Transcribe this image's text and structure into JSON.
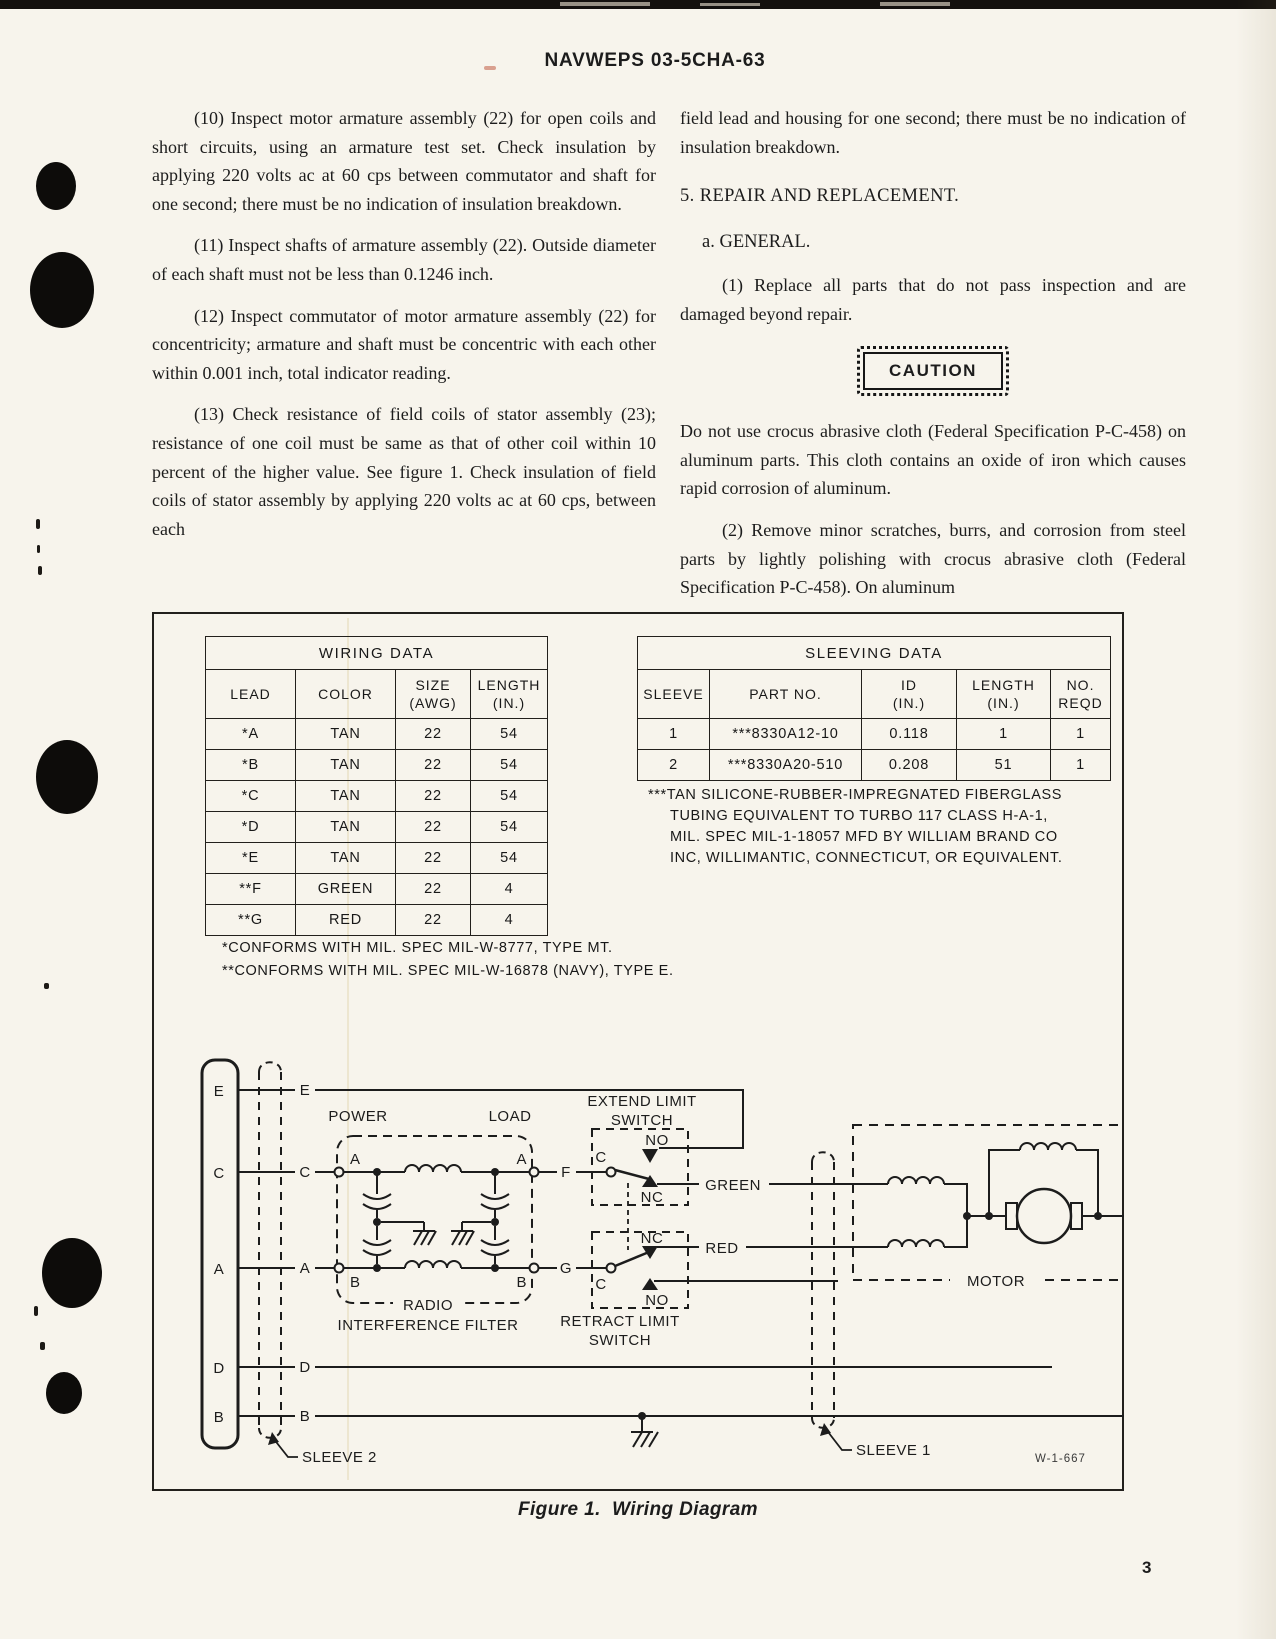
{
  "page": {
    "header": "NAVWEPS 03-5CHA-63",
    "page_number": "3",
    "figure_caption": "Figure 1.  Wiring Diagram"
  },
  "left_column": {
    "p10": "(10) Inspect motor armature assembly (22) for open coils and short circuits, using an armature test set. Check insulation by applying 220 volts ac at 60 cps between commutator and shaft for one second; there must be no indication of insulation breakdown.",
    "p11": "(11) Inspect shafts of armature assembly (22). Outside diameter of each shaft must not be less than 0.1246 inch.",
    "p12": "(12) Inspect commutator of motor armature assembly (22) for concentricity; armature and shaft must be concentric with each other within 0.001 inch, total indicator reading.",
    "p13": "(13) Check resistance of field coils of stator assembly (23); resistance of one coil must be same as that of other coil within 10 percent of the higher value. See figure 1. Check insulation of field coils of stator assembly by applying 220 volts ac at 60 cps, between each"
  },
  "right_column": {
    "continuation": "field lead and housing for one second; there must be no indication of insulation breakdown.",
    "section_heading": "5. REPAIR AND REPLACEMENT.",
    "subsection_heading": "a. GENERAL.",
    "p1": "(1) Replace all parts that do not pass inspection and are damaged beyond repair.",
    "caution_label": "CAUTION",
    "caution_text": "Do not use crocus abrasive cloth (Federal Specification P-C-458) on aluminum parts. This cloth contains an oxide of iron which causes rapid corrosion of aluminum.",
    "p2": "(2) Remove minor scratches, burrs, and corrosion from steel parts by lightly polishing with crocus abrasive cloth (Federal Specification P-C-458). On aluminum"
  },
  "wiring_table": {
    "title": "WIRING DATA",
    "headers": [
      "LEAD",
      "COLOR",
      "SIZE\n(AWG)",
      "LENGTH\n(IN.)"
    ],
    "rows": [
      [
        "*A",
        "TAN",
        "22",
        "54"
      ],
      [
        "*B",
        "TAN",
        "22",
        "54"
      ],
      [
        "*C",
        "TAN",
        "22",
        "54"
      ],
      [
        "*D",
        "TAN",
        "22",
        "54"
      ],
      [
        "*E",
        "TAN",
        "22",
        "54"
      ],
      [
        "**F",
        "GREEN",
        "22",
        "4"
      ],
      [
        "**G",
        "RED",
        "22",
        "4"
      ]
    ],
    "footnotes": [
      "*CONFORMS WITH MIL. SPEC MIL-W-8777,  TYPE MT.",
      "**CONFORMS WITH MIL. SPEC MIL-W-16878 (NAVY),  TYPE E."
    ]
  },
  "sleeving_table": {
    "title": "SLEEVING DATA",
    "headers": [
      "SLEEVE",
      "PART NO.",
      "ID\n(IN.)",
      "LENGTH\n(IN.)",
      "NO.\nREQD"
    ],
    "rows": [
      [
        "1",
        "***8330A12-10",
        "0.118",
        "1",
        "1"
      ],
      [
        "2",
        "***8330A20-510",
        "0.208",
        "51",
        "1"
      ]
    ],
    "footnote_lines": [
      "***TAN SILICONE-RUBBER-IMPREGNATED FIBERGLASS",
      "TUBING EQUIVALENT TO TURBO 117 CLASS H-A-1,",
      "MIL. SPEC MIL-1-18057 MFD BY WILLIAM BRAND CO",
      "INC, WILLIMANTIC, CONNECTICUT, OR EQUIVALENT."
    ]
  },
  "diagram": {
    "terminals": [
      "E",
      "C",
      "A",
      "D",
      "B"
    ],
    "labels": {
      "power": "POWER",
      "load": "LOAD",
      "extend_limit_1": "EXTEND LIMIT",
      "extend_limit_2": "SWITCH",
      "retract_limit_1": "RETRACT LIMIT",
      "retract_limit_2": "SWITCH",
      "radio_1": "RADIO",
      "radio_2": "INTERFERENCE FILTER",
      "green": "GREEN",
      "red": "RED",
      "motor": "MOTOR",
      "sleeve_1": "SLEEVE 1",
      "sleeve_2": "SLEEVE 2",
      "f": "F",
      "g": "G",
      "no": "NO",
      "nc": "NC",
      "c": "C",
      "drawing_number": "W-1-667"
    }
  }
}
